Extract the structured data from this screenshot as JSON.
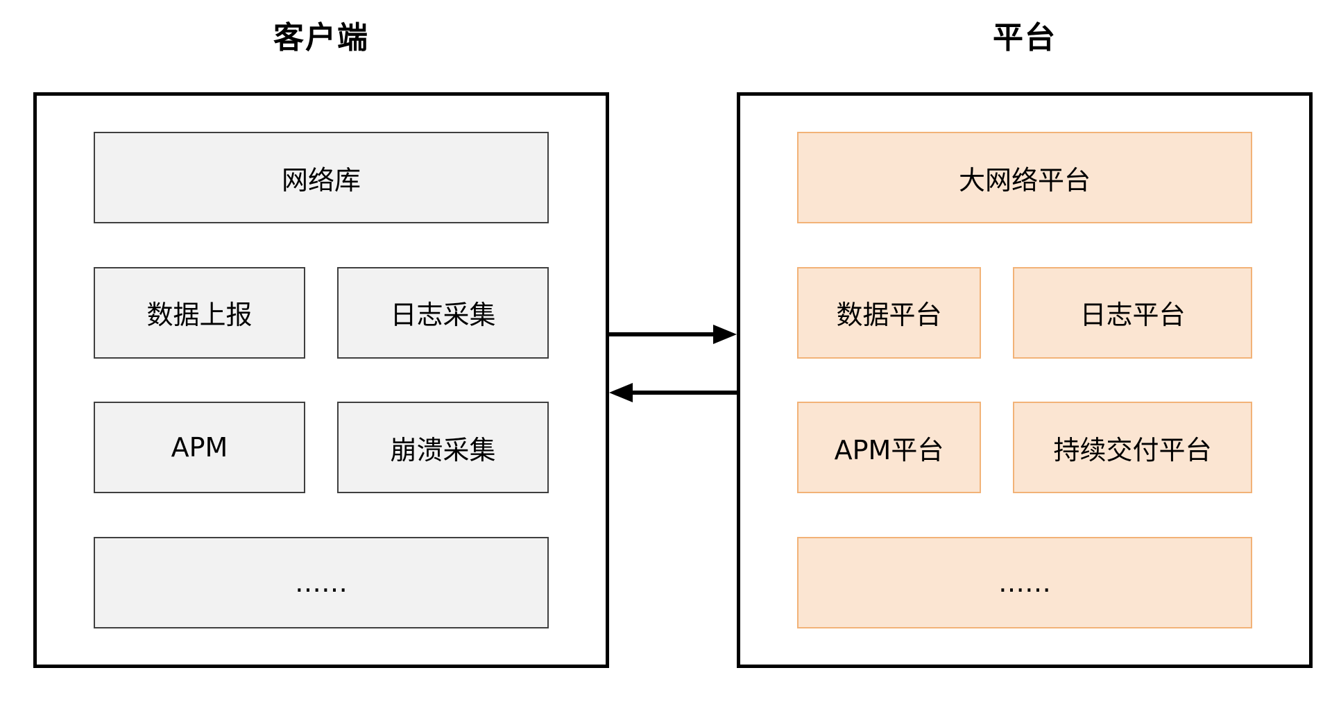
{
  "client": {
    "title": "客户端",
    "boxes": {
      "network": "网络库",
      "data_report": "数据上报",
      "log_collect": "日志采集",
      "apm": "APM",
      "crash_collect": "崩溃采集",
      "more": "……"
    }
  },
  "platform": {
    "title": "平台",
    "boxes": {
      "big_network": "大网络平台",
      "data_platform": "数据平台",
      "log_platform": "日志平台",
      "apm_platform": "APM平台",
      "cd_platform": "持续交付平台",
      "more": "……"
    }
  },
  "colors": {
    "client_box_bg": "#f2f2f2",
    "client_box_border": "#3f3f3f",
    "platform_box_bg": "#fbe5d2",
    "platform_box_border": "#f2b277",
    "outer_border": "#000000",
    "arrow": "#000000"
  }
}
